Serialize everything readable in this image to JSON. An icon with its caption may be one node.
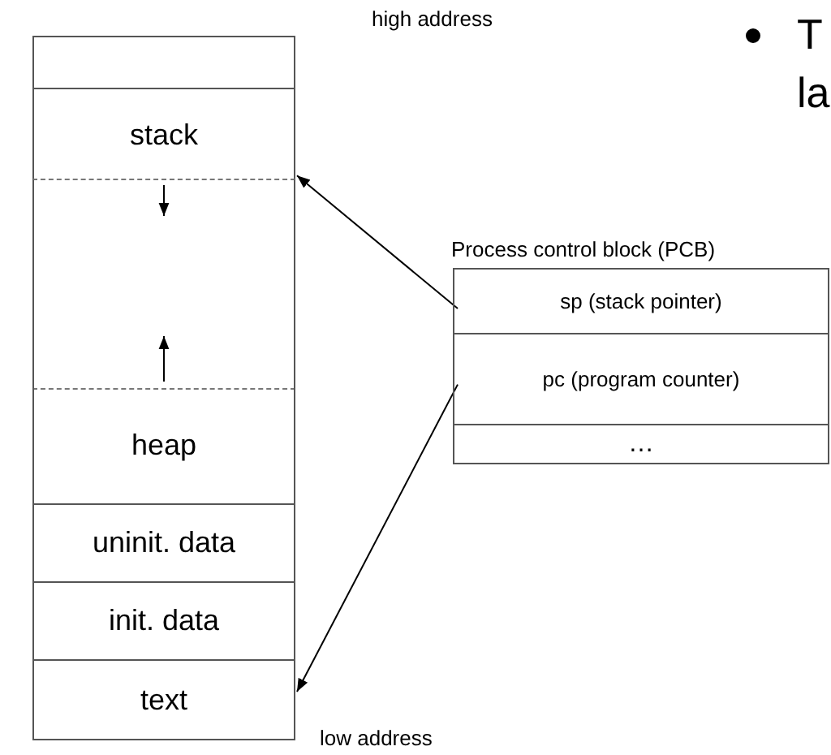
{
  "diagram": {
    "nodes": [
      {
        "text": [],
        "shape": "box"
      },
      {
        "text": [
          "stack"
        ]
      },
      {
        "text": [],
        "shape": "box"
      },
      {
        "text": [
          "heap"
        ]
      },
      {
        "text": [
          "uninit. data"
        ]
      },
      {
        "text": [
          "init. data"
        ]
      },
      {
        "text": [
          "text"
        ]
      },
      {
        "text": [
          "Process control block (PCB)"
        ]
      },
      {
        "text": [
          "sp (stack pointer)"
        ],
        "in": 7
      },
      {
        "text": [
          "pc (program counter)"
        ],
        "in": 7
      },
      {
        "text": [
          "…"
        ],
        "in": 7
      }
    ],
    "edges": [
      {
        "from": 8,
        "to": 1,
        "arrow": "to"
      },
      {
        "from": 9,
        "to": 6,
        "arrow": "to"
      }
    ],
    "labels": [
      "high address",
      "T",
      "la",
      "low address"
    ]
  }
}
